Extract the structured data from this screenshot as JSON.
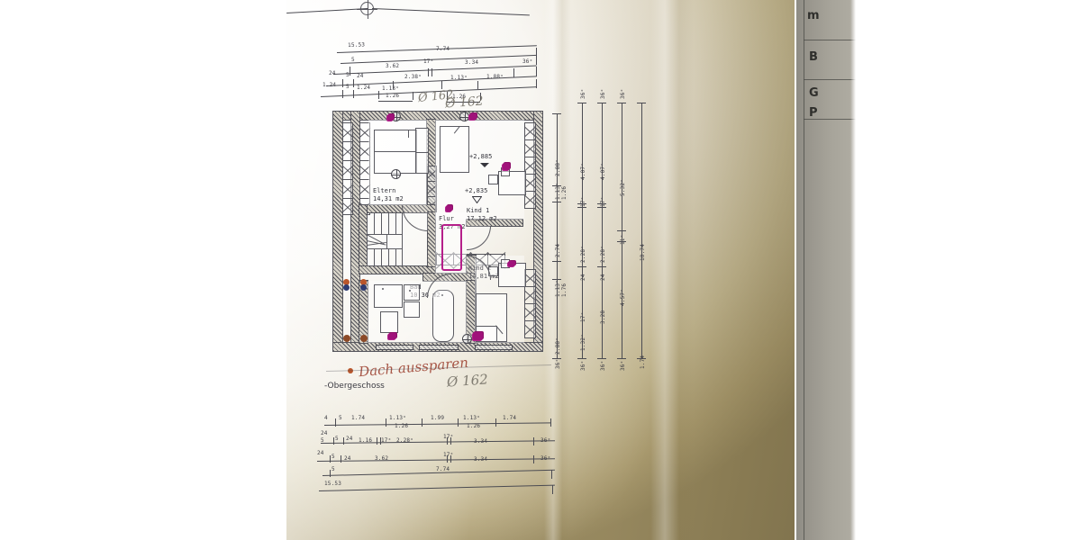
{
  "document": {
    "kind": "architectural-floor-plan-photo",
    "sheet_caption": "-Obergeschoss",
    "title_block_fragment": [
      "m",
      "B",
      "G",
      "P"
    ]
  },
  "rooms": [
    {
      "id": "eltern",
      "name": "Eltern",
      "area": "14,31 m2"
    },
    {
      "id": "kind1",
      "name": "Kind 1",
      "area": "17,12 m2"
    },
    {
      "id": "flur",
      "name": "Flur",
      "area": "3,27 m2"
    },
    {
      "id": "kind2",
      "name": "Kind 2",
      "area": "14,81 m2"
    },
    {
      "id": "bad",
      "name": "Bad",
      "area": "10,36 m2"
    }
  ],
  "elevations": [
    {
      "value": "+2,885",
      "style": "filled"
    },
    {
      "value": "+2,835",
      "style": "hollow"
    }
  ],
  "annotations": [
    {
      "id": "note-dach",
      "text": "Dach aussparen",
      "ink": "red",
      "kind": "handwritten"
    },
    {
      "id": "note-d162-a",
      "text": "Ø 162",
      "ink": "pencil",
      "kind": "handwritten"
    },
    {
      "id": "note-d162-b",
      "text": "Ø 162",
      "ink": "pencil",
      "kind": "handwritten"
    },
    {
      "id": "note-d162-c",
      "text": "Ø 162",
      "ink": "pencil",
      "kind": "handwritten"
    }
  ],
  "dimensions": {
    "top": {
      "row_overall": [
        "15.53"
      ],
      "row_2": [
        "7.74"
      ],
      "row_3": [
        "5",
        "3.62",
        "17ˣ",
        "3.34",
        "36ˣ"
      ],
      "row_4": [
        "24",
        "5",
        "24",
        "2.38ˣ",
        "1.13ˣ",
        "1.88ˣ"
      ],
      "row_5": [
        "1.24",
        "5",
        "1.24",
        "1.13ˣ",
        "1.26",
        "1.26"
      ]
    },
    "bottom": {
      "row_1": [
        "4",
        "5",
        "1.74",
        "1.13ˣ",
        "1.99",
        "1.13ˣ",
        "1.74"
      ],
      "row_1b": [
        "1.26",
        "1.26"
      ],
      "row_2": [
        "24",
        "5",
        "5",
        "24",
        "1.16",
        "17ˣ",
        "2.28ˣ",
        "17ˣ",
        "3.34",
        "36ˣ"
      ],
      "row_3": [
        "24",
        "5",
        "24",
        "3.62",
        "17ˣ",
        "3.34",
        "36ˣ"
      ],
      "row_4": [
        "5",
        "7.74"
      ],
      "row_5": [
        "15.53"
      ]
    },
    "right": {
      "chain_1": [
        "2.88ˣ",
        "1.13ˣ",
        "1.26",
        "2.74",
        "1.13ˣ",
        "1.76",
        "2.88ˣ",
        "36ˣ"
      ],
      "chain_2": [
        "36ˣ",
        "4.07ˣ",
        "17ˣ",
        "2.28ˣ",
        "24",
        "17ˣ",
        "1.32ˣ",
        "36ˣ"
      ],
      "chain_3": [
        "36ˣ",
        "4.07ˣ",
        "17ˣ",
        "2.28ˣ",
        "24",
        "3.28",
        "36ˣ"
      ],
      "chain_4": [
        "36ˣ",
        "5.32ˣ",
        "11ˣ",
        "4.57ˣ",
        "36ˣ"
      ],
      "chain_5": [
        "10.74",
        "1.74"
      ]
    }
  },
  "colors": {
    "ink": "#4b4b52",
    "paper_light": "#f7f5f0",
    "paper_shadow": "#9b8d64",
    "marker_magenta": "#a0127a",
    "marker_highlight": "#b51f8a",
    "pen_red": "#9a3b2a",
    "dot_orange": "#b9562b"
  }
}
